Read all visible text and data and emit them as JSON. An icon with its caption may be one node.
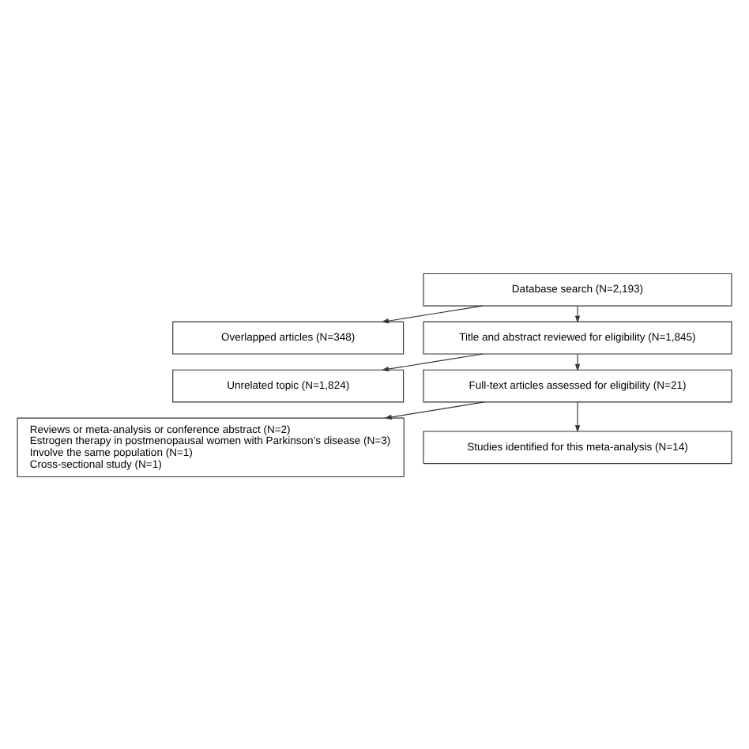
{
  "diagram": {
    "nodes": [
      {
        "text": [
          "Database search (N=2,193)"
        ]
      },
      {
        "text": [
          "Overlapped articles (N=348)"
        ]
      },
      {
        "text": [
          "Title and abstract reviewed for eligibility (N=1,845)"
        ]
      },
      {
        "text": [
          "Unrelated topic (N=1,824)"
        ]
      },
      {
        "text": [
          "Full-text articles assessed for eligibility (N=21)"
        ]
      },
      {
        "text": [
          "Reviews or meta-analysis or conference abstract (N=2)",
          "Estrogen therapy in postmenopausal women with Parkinson’s disease (N=3)",
          "Involve the same population (N=1)",
          "Cross-sectional study (N=1)"
        ]
      },
      {
        "text": [
          "Studies identified for this meta-analysis (N=14)"
        ]
      }
    ],
    "edges": [
      {
        "from": 0,
        "to": 1,
        "arrow": "to"
      },
      {
        "from": 0,
        "to": 2,
        "arrow": "to"
      },
      {
        "from": 2,
        "to": 3,
        "arrow": "to"
      },
      {
        "from": 2,
        "to": 4,
        "arrow": "to"
      },
      {
        "from": 4,
        "to": 5,
        "arrow": "to"
      },
      {
        "from": 4,
        "to": 6,
        "arrow": "to"
      }
    ]
  }
}
